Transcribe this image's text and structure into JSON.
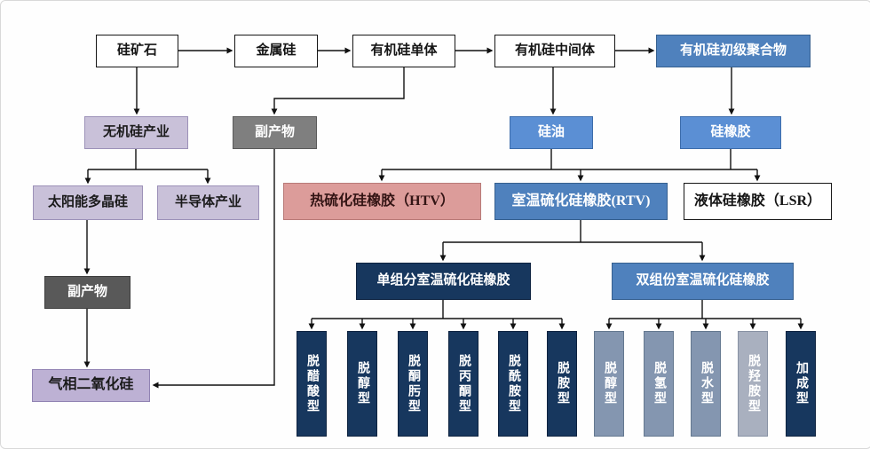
{
  "nodes": {
    "silicon_ore": {
      "label": "硅矿石"
    },
    "metal_silicon": {
      "label": "金属硅"
    },
    "organosilicon_monomer": {
      "label": "有机硅单体"
    },
    "organosilicon_intermediate": {
      "label": "有机硅中间体"
    },
    "organosilicon_primary_polymer": {
      "label": "有机硅初级聚合物"
    },
    "inorganic_silicon_industry": {
      "label": "无机硅产业"
    },
    "byproduct_monomer": {
      "label": "副产物"
    },
    "silicone_oil": {
      "label": "硅油"
    },
    "silicone_rubber": {
      "label": "硅橡胶"
    },
    "solar_polysilicon": {
      "label": "太阳能多晶硅"
    },
    "semiconductor_industry": {
      "label": "半导体产业"
    },
    "htv_rubber": {
      "label": "热硫化硅橡胶（HTV）"
    },
    "rtv_rubber": {
      "label": "室温硫化硅橡胶(RTV)"
    },
    "lsr_rubber": {
      "label": "液体硅橡胶（LSR）"
    },
    "byproduct_polysilicon": {
      "label": "副产物"
    },
    "one_component_rtv": {
      "label": "单组分室温硫化硅橡胶"
    },
    "two_component_rtv": {
      "label": "双组份室温硫化硅橡胶"
    },
    "fumed_silica": {
      "label": "气相二氧化硅"
    },
    "one_component_types": [
      {
        "label": "脱醋酸型"
      },
      {
        "label": "脱醇型"
      },
      {
        "label": "脱酮肟型"
      },
      {
        "label": "脱丙酮型"
      },
      {
        "label": "脱酰胺型"
      },
      {
        "label": "脱胺型"
      }
    ],
    "two_component_types": [
      {
        "label": "脱醇型"
      },
      {
        "label": "脱氢型"
      },
      {
        "label": "脱水型"
      },
      {
        "label": "脱羟胺型"
      },
      {
        "label": "加成型"
      }
    ]
  },
  "colors": {
    "white_node": "#ffffff",
    "steel_blue_node": "#4f81bd",
    "medium_blue_node": "#5b8fd4",
    "dark_navy_node": "#17375e",
    "lavender_node": "#c9c1d9",
    "purple_node": "#bdb1d4",
    "gray_node": "#7f7f7f",
    "dark_gray_node": "#595959",
    "pink_node": "#dc9c9a",
    "slate_node": "#8496b0",
    "light_slate_node": "#a9b0bf",
    "connector_line": "#111111"
  }
}
